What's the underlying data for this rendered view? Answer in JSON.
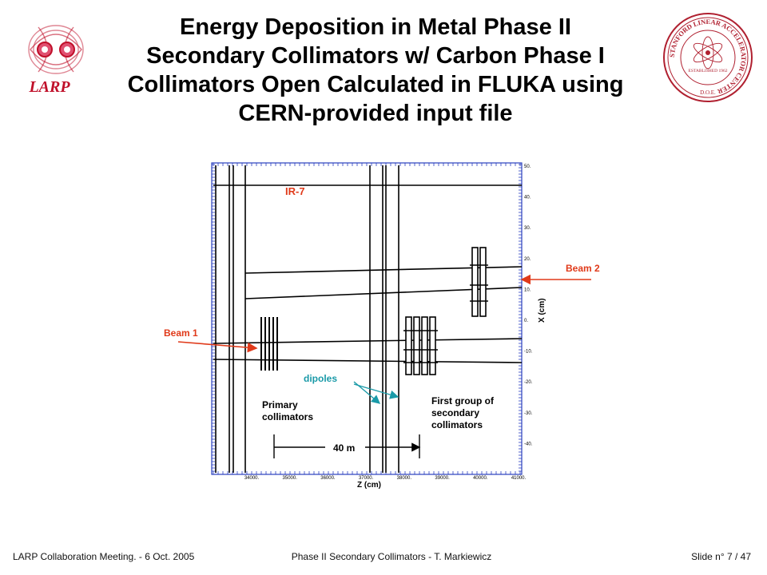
{
  "title": "Energy Deposition in Metal Phase II Secondary Collimators w/ Carbon Phase I Collimators Open Calculated in FLUKA using CERN-provided input file",
  "logos": {
    "larp_text": "LARP",
    "slac_seal_text": "STANFORD LINEAR ACCELERATOR CENTER",
    "slac_established": "ESTABLISHED 1962",
    "slac_doe": "D.O.E."
  },
  "diagram": {
    "region_label": "IR-7",
    "beam1_label": "Beam 1",
    "beam2_label": "Beam 2",
    "dipoles_label": "dipoles",
    "primary_label_line1": "Primary",
    "primary_label_line2": "collimators",
    "secondary_label_line1": "First group of",
    "secondary_label_line2": "secondary",
    "secondary_label_line3": "collimators",
    "distance_label": "40 m",
    "x_axis_label": "Z (cm)",
    "y_axis_label": "X (cm)",
    "x_ticks": [
      "34000.",
      "35000.",
      "36000.",
      "37000.",
      "38000.",
      "39000.",
      "40000.",
      "41000."
    ],
    "y_ticks": [
      "50.",
      "40.",
      "30.",
      "20.",
      "10.",
      "0.",
      "-10.",
      "-20.",
      "-30.",
      "-40."
    ]
  },
  "footer": {
    "left": "LARP Collaboration Meeting.  -  6 Oct. 2005",
    "center": "Phase II Secondary Collimators  -  T. Markiewicz",
    "right": "Slide n° 7 / 47"
  },
  "colors": {
    "accent_red": "#e03a1a",
    "dipole_teal": "#1a9aa8",
    "larp_red": "#c0102a",
    "seal_red": "#b02030",
    "axis_blue": "#2a3fbf"
  }
}
